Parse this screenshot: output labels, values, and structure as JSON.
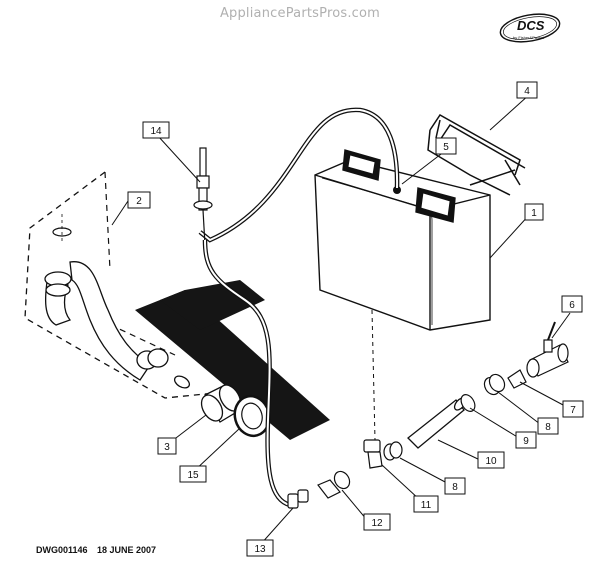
{
  "watermark": "AppliancePartsPros.com",
  "logo": {
    "text": "DCS",
    "subtext": "by Fisher&Paykel"
  },
  "drawing": {
    "id": "DWG001146",
    "date": "18 JUNE 2007"
  },
  "callouts": [
    {
      "part": "1"
    },
    {
      "part": "2"
    },
    {
      "part": "3"
    },
    {
      "part": "4"
    },
    {
      "part": "5"
    },
    {
      "part": "6"
    },
    {
      "part": "7"
    },
    {
      "part": "8"
    },
    {
      "part": "8"
    },
    {
      "part": "9"
    },
    {
      "part": "10"
    },
    {
      "part": "11"
    },
    {
      "part": "12"
    },
    {
      "part": "13"
    },
    {
      "part": "14"
    },
    {
      "part": "15"
    }
  ],
  "colors": {
    "line": "#111111",
    "shadow": "#1a1a1a",
    "watermark": "#b0b0b0"
  }
}
